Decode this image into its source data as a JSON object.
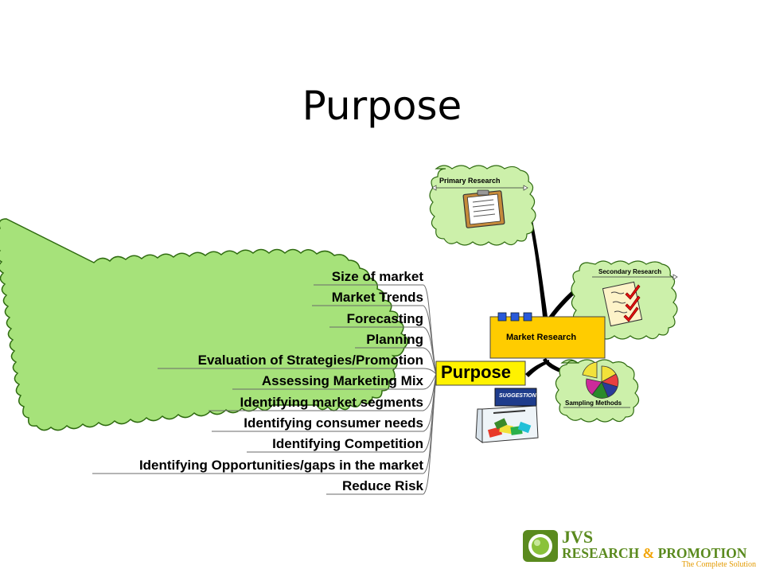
{
  "slide": {
    "title": "Purpose"
  },
  "center": {
    "label": "Purpose"
  },
  "branches": [
    "Size of market",
    "Market Trends",
    "Forecasting",
    "Planning",
    "Evaluation of Strategies/Promotion",
    "Assessing Marketing Mix",
    "Identifying market segments",
    "Identifying consumer needs",
    "Identifying Competition",
    "Identifying Opportunities/gaps in the market",
    "Reduce Risk"
  ],
  "nodes": {
    "market_research": "Market Research",
    "primary_research": "Primary Research",
    "secondary_research": "Secondary Research",
    "sampling_methods": "Sampling Methods",
    "suggestion_box": "SUGGESTION"
  },
  "colors": {
    "cloud_fill": "#a6e27a",
    "cloud_stroke": "#2f6b10",
    "node_fill": "#ccf0aa",
    "purpose_fill": "#fff200",
    "market_research_fill": "#ffcc00",
    "logo_green": "#5a8a1e",
    "logo_orange": "#f2a300"
  },
  "logo": {
    "name": "JVS",
    "line2_a": "RESEARCH ",
    "line2_amp": "&",
    "line2_b": " PROMOTION",
    "tagline": "The Complete Solution"
  }
}
